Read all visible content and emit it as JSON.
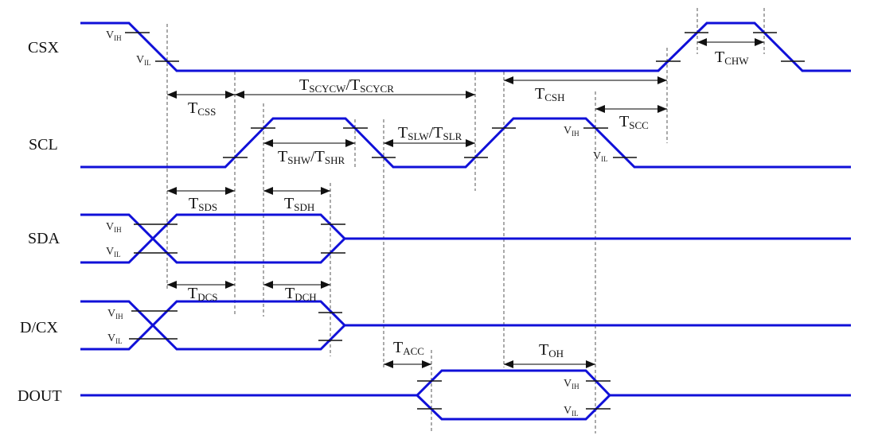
{
  "diagram": {
    "type": "timing-diagram",
    "title": "Serial interface timing",
    "colors": {
      "signal": "#1010d8",
      "threshold_tick": "#111111",
      "guide": "#555555",
      "background": "#ffffff"
    },
    "signals": [
      {
        "id": "csx",
        "label": "CSX"
      },
      {
        "id": "scl",
        "label": "SCL"
      },
      {
        "id": "sda",
        "label": "SDA"
      },
      {
        "id": "dcx",
        "label": "D/CX"
      },
      {
        "id": "dout",
        "label": "DOUT"
      }
    ],
    "threshold_labels": {
      "vih": {
        "main": "V",
        "sub": "IH"
      },
      "vil": {
        "main": "V",
        "sub": "IL"
      }
    },
    "timings": [
      {
        "id": "tcss",
        "main": "T",
        "sub": "CSS"
      },
      {
        "id": "tscyc",
        "main": "T",
        "sub": "SCYCW",
        "sep": "/",
        "main2": "T",
        "sub2": "SCYCR"
      },
      {
        "id": "tcsh",
        "main": "T",
        "sub": "CSH"
      },
      {
        "id": "tchw",
        "main": "T",
        "sub": "CHW"
      },
      {
        "id": "tscc",
        "main": "T",
        "sub": "SCC"
      },
      {
        "id": "tshw",
        "main": "T",
        "sub": "SHW",
        "sep": "/",
        "main2": "T",
        "sub2": "SHR"
      },
      {
        "id": "tslw",
        "main": "T",
        "sub": "SLW",
        "sep": "/",
        "main2": "T",
        "sub2": "SLR"
      },
      {
        "id": "tsds",
        "main": "T",
        "sub": "SDS"
      },
      {
        "id": "tsdh",
        "main": "T",
        "sub": "SDH"
      },
      {
        "id": "tdcs",
        "main": "T",
        "sub": "DCS"
      },
      {
        "id": "tdch",
        "main": "T",
        "sub": "DCH"
      },
      {
        "id": "tacc",
        "main": "T",
        "sub": "ACC"
      },
      {
        "id": "toh",
        "main": "T",
        "sub": "OH"
      }
    ]
  }
}
